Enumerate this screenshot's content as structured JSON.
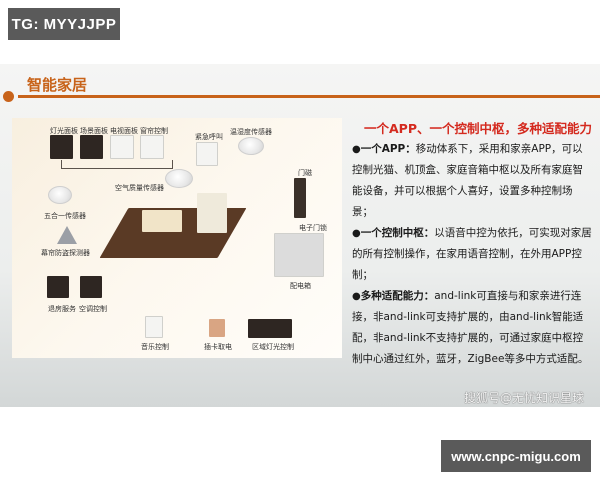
{
  "top_tag": "TG: MYYJJPP",
  "slide": {
    "title": "智能家居",
    "accent_color": "#c8631a",
    "headline_color": "#d42a1f",
    "diagram": {
      "labels": {
        "light_panel": "灯光面板",
        "scene_panel": "场景面板",
        "tv_panel": "电视面板",
        "curtain_control": "窗帘控制",
        "emergency_call": "紧急呼叫",
        "temp_humidity_sensor": "温湿度传感器",
        "air_quality_sensor": "空气质量传感器",
        "five_in_one_sensor": "五合一传感器",
        "door_sensor": "门磁",
        "electronic_lock": "电子门锁",
        "curtain_detector": "幕帘防盗探测器",
        "room_service": "退房服务",
        "ac_control": "空调控制",
        "distribution_box": "配电箱",
        "music_control": "音乐控制",
        "card_power": "插卡取电",
        "zone_light_control": "区域灯光控制"
      }
    },
    "text": {
      "headline": "一个APP、一个控制中枢，多种适配能力",
      "bullets": [
        {
          "bold": "一个APP：",
          "body": "移动体系下，采用和家亲APP，可以控制光猫、机顶盒、家庭音箱中枢以及所有家庭智能设备，并可以根据个人喜好，设置多种控制场景；"
        },
        {
          "bold": "一个控制中枢：",
          "body": "以语音中控为依托，可实现对家居的所有控制操作，在家用语音控制，在外用APP控制；"
        },
        {
          "bold": "多种适配能力：",
          "body": "and-link可直接与和家亲进行连接，非and-link可支持扩展的，由and-link智能适配，非and-link不支持扩展的，可通过家庭中枢控制中心通过红外，蓝牙，ZigBee等多中方式适配。"
        }
      ]
    },
    "watermark": "搜狐号@无忧知识星球"
  },
  "bottom_tag": "www.cnpc-migu.com"
}
